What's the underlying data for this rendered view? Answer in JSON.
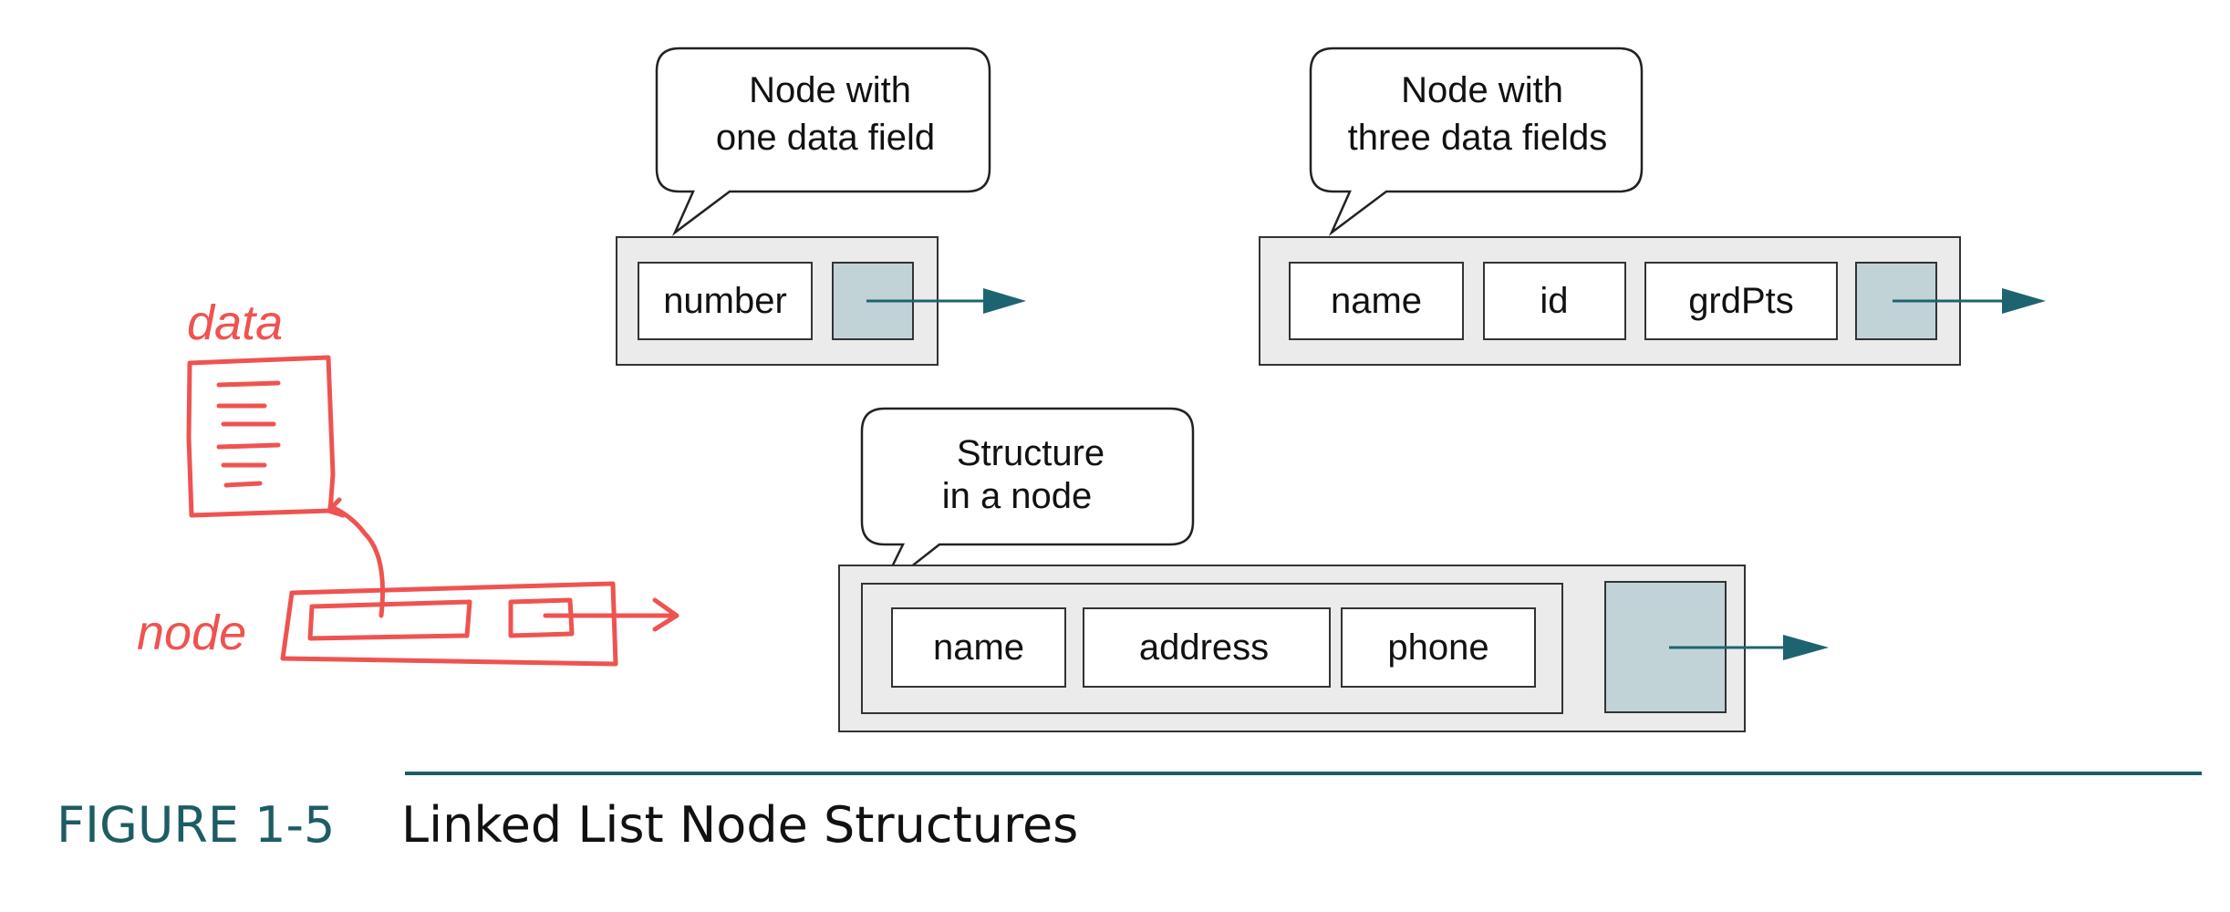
{
  "callouts": {
    "one_field": [
      "Node with",
      "one data field"
    ],
    "three_fields": [
      "Node with",
      "three data fields"
    ],
    "structure": [
      "Structure",
      "in a node"
    ]
  },
  "nodes": {
    "one_field": {
      "fields": [
        "number"
      ]
    },
    "three_fields": {
      "fields": [
        "name",
        "id",
        "grdPts"
      ]
    },
    "structure": {
      "fields": [
        "name",
        "address",
        "phone"
      ]
    }
  },
  "annotations": {
    "data_label": "data",
    "node_label": "node"
  },
  "caption": {
    "label": "FIGURE 1-5",
    "title": "Linked List Node Structures"
  },
  "colors": {
    "node_fill": "#ebebeb",
    "link_fill": "#c2d3d8",
    "arrow": "#1e6470",
    "rule": "#1e5c63",
    "caption_label": "#1e5c63",
    "handwriting": "#ef5350"
  }
}
